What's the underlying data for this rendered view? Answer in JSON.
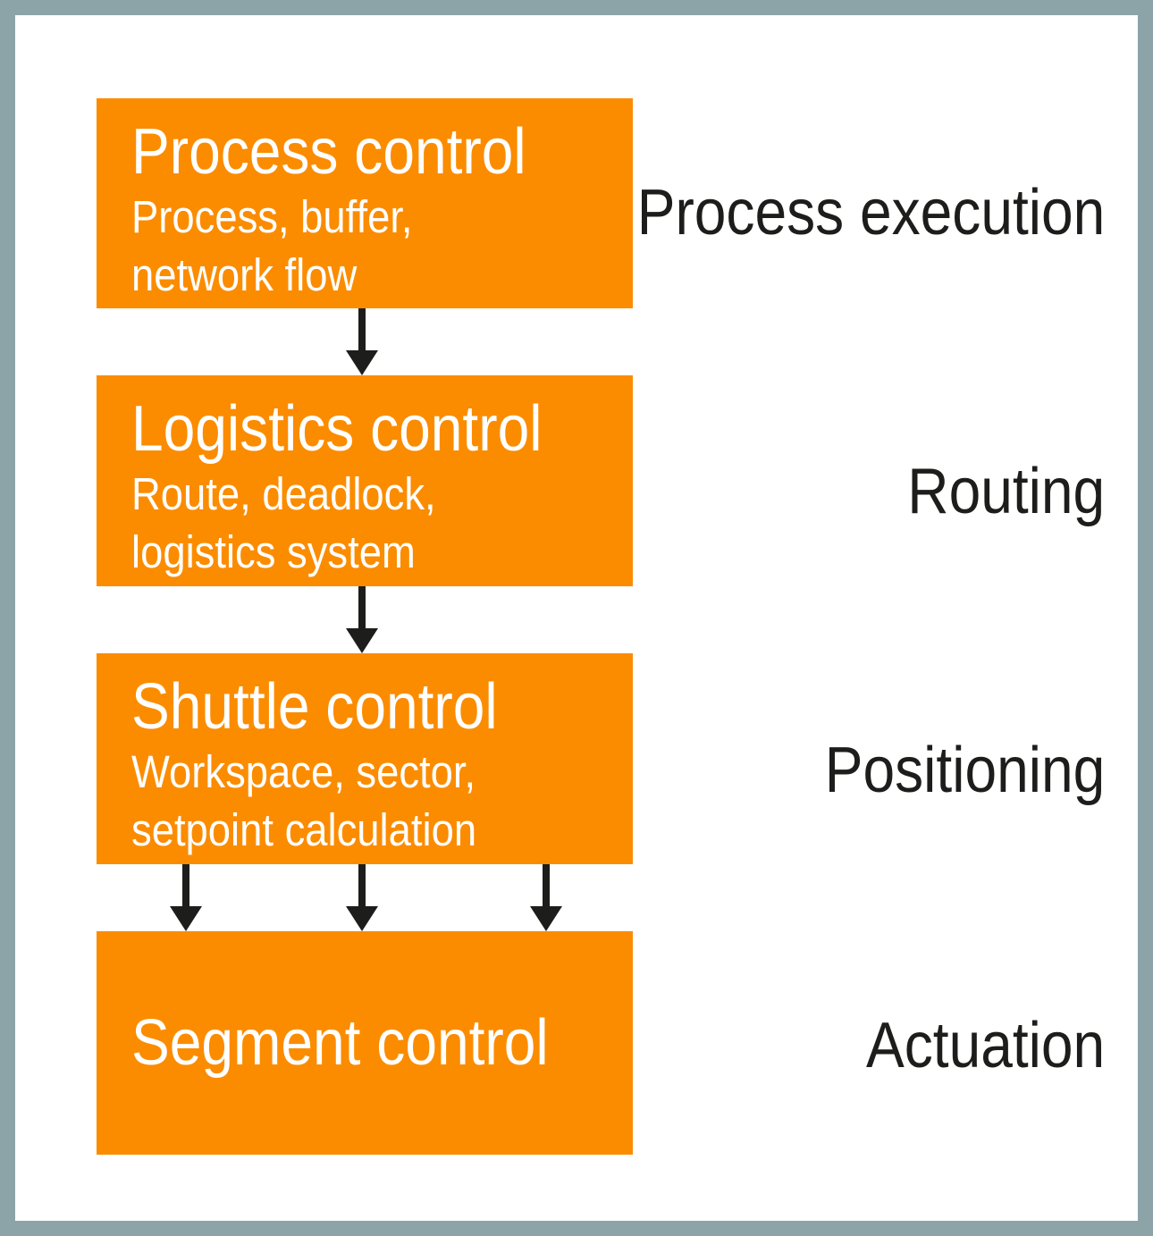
{
  "diagram": {
    "boxes": [
      {
        "title": "Process control",
        "subtitle_lines": [
          "Process, buffer,",
          "network flow"
        ],
        "label": "Process execution"
      },
      {
        "title": "Logistics control",
        "subtitle_lines": [
          "Route, deadlock,",
          "logistics system"
        ],
        "label": "Routing"
      },
      {
        "title": "Shuttle control",
        "subtitle_lines": [
          "Workspace, sector,",
          "setpoint calculation"
        ],
        "label": "Positioning"
      },
      {
        "title": "Segment control",
        "subtitle_lines": [],
        "label": "Actuation"
      }
    ],
    "colors": {
      "box_fill": "#FB8C00",
      "box_text": "#FFFFFF",
      "label_text": "#1D1D1B",
      "arrow": "#1D1D1B",
      "frame_border": "#8CA3A8",
      "background": "#FFFFFF"
    }
  }
}
